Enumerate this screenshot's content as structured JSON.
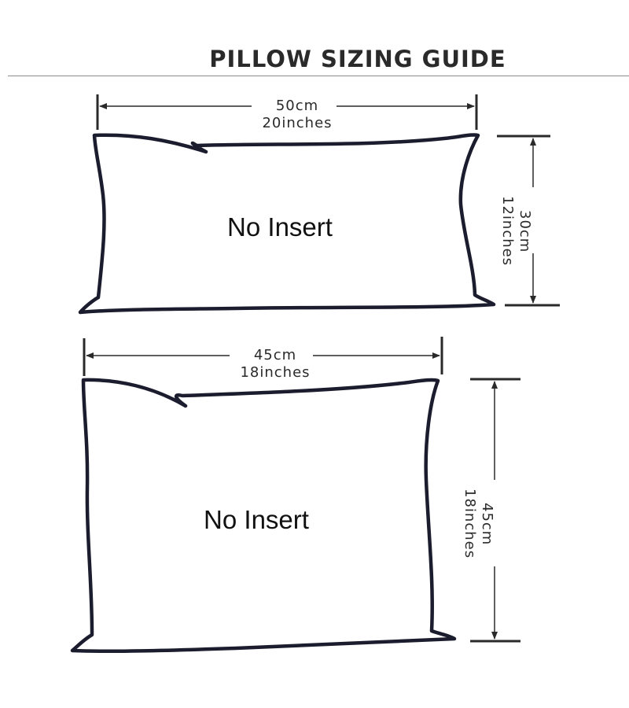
{
  "title": "PILLOW SIZING GUIDE",
  "pillows": [
    {
      "width_cm": "50cm",
      "width_in": "20inches",
      "height_cm": "30cm",
      "height_in": "12inches",
      "label": "No Insert"
    },
    {
      "width_cm": "45cm",
      "width_in": "18inches",
      "height_cm": "45cm",
      "height_in": "18inches",
      "label": "No Insert"
    }
  ],
  "colors": {
    "outline": "#1b1d2e",
    "dimension_line": "#2a2a2a",
    "background": "#ffffff"
  }
}
